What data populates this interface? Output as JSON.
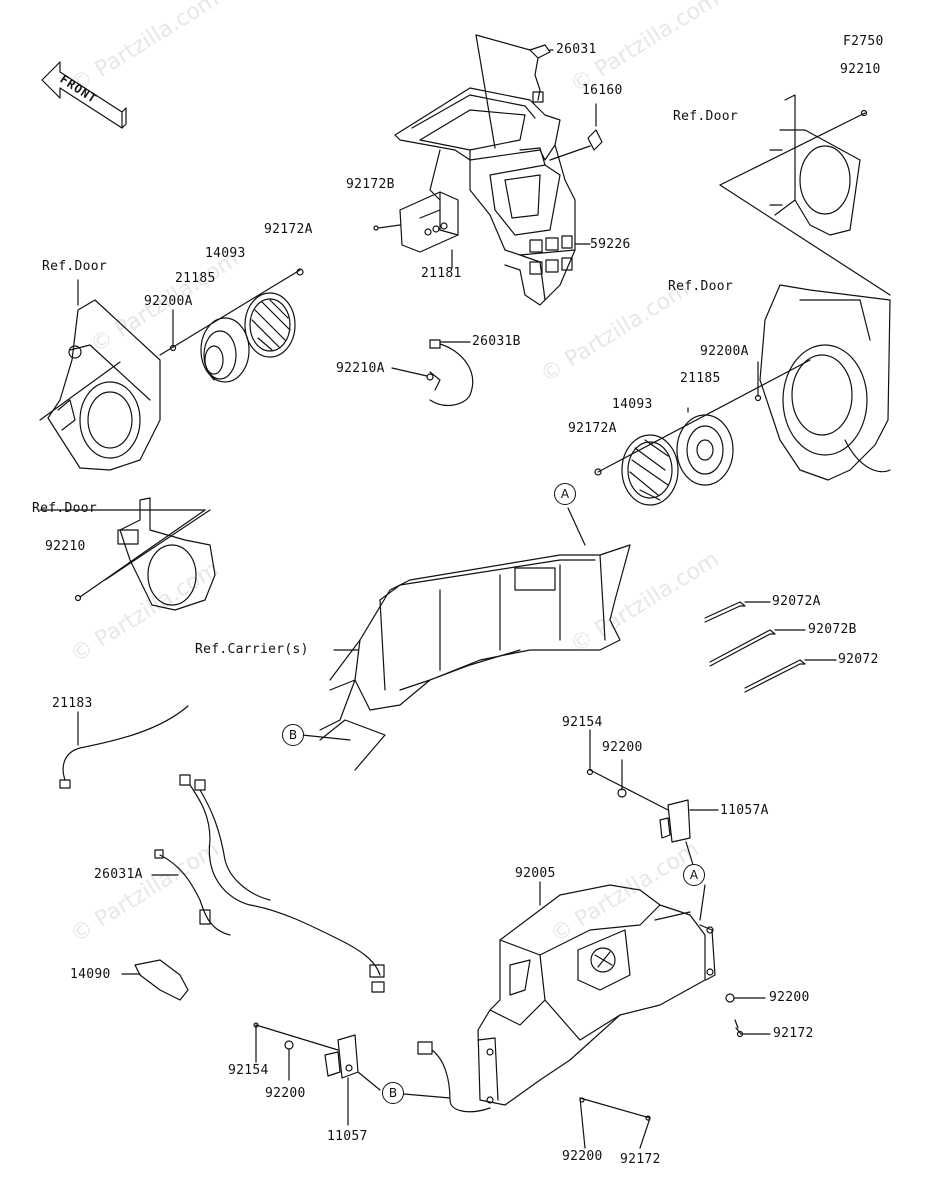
{
  "figure_code": "F2750",
  "front_arrow_text": "FRONT",
  "watermark": "© Partzilla.com",
  "refs": {
    "door": "Ref.Door",
    "carrier": "Ref.Carrier(s)"
  },
  "callouts": {
    "a": "A",
    "b": "B"
  },
  "parts": {
    "p26031": "26031",
    "p16160": "16160",
    "p92172b": "92172B",
    "p21181": "21181",
    "p59226": "59226",
    "p92172a_l": "92172A",
    "p14093_l": "14093",
    "p21185_l": "21185",
    "p92200a_l": "92200A",
    "p26031b": "26031B",
    "p92210a": "92210A",
    "p92210_l": "92210",
    "p92210_r": "92210",
    "p92200a_r": "92200A",
    "p21185_r": "21185",
    "p14093_r": "14093",
    "p92172a_r": "92172A",
    "p92072a": "92072A",
    "p92072b": "92072B",
    "p92072": "92072",
    "p21183": "21183",
    "p92154_r": "92154",
    "p92200_r": "92200",
    "p11057a": "11057A",
    "p26031a": "26031A",
    "p92005": "92005",
    "p14090": "14090",
    "p92200_rb": "92200",
    "p92172_rb": "92172",
    "p92154_l": "92154",
    "p92200_l": "92200",
    "p11057": "11057",
    "p92200_b": "92200",
    "p92172_b": "92172"
  }
}
